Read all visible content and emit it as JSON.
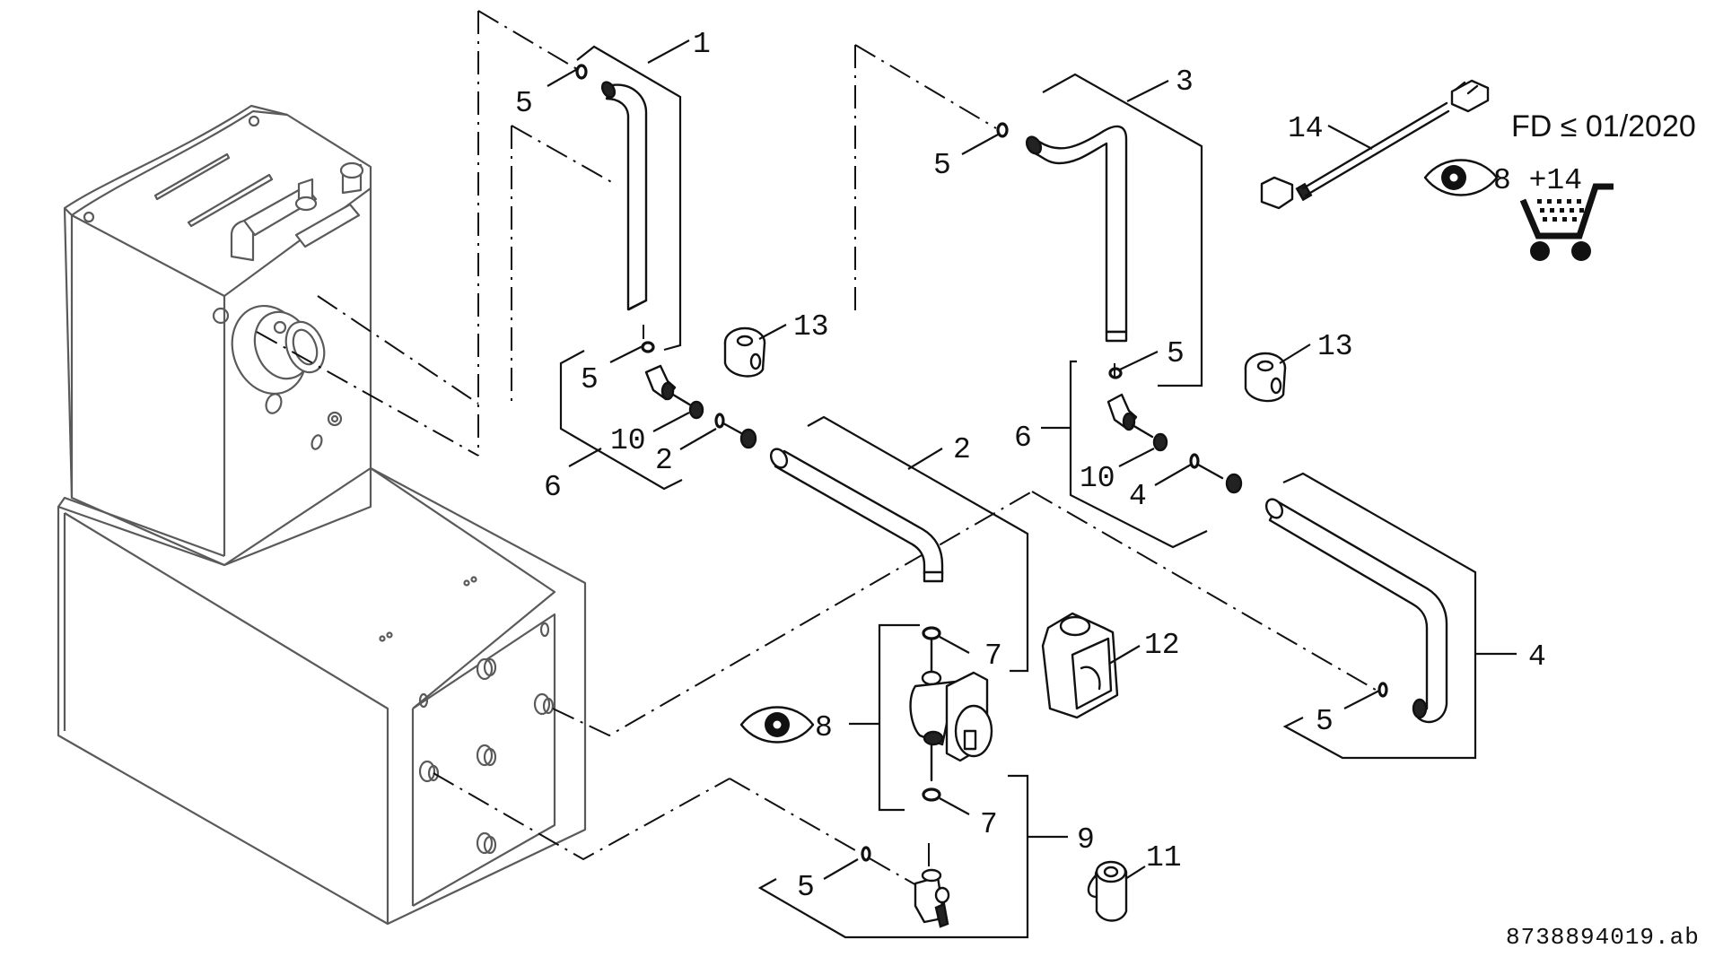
{
  "diagram": {
    "type": "exploded-parts-diagram",
    "document_id": "8738894019.ab",
    "validity_note": "FD ≤ 01/2020",
    "visibility_note": {
      "icon": "eye-icon",
      "parts": "8 +14"
    },
    "cart_icon": "shopping-cart-icon",
    "part_callouts": [
      {
        "number": "1",
        "part": "pipe-1"
      },
      {
        "number": "2",
        "part": "pipe-2"
      },
      {
        "number": "3",
        "part": "pipe-3"
      },
      {
        "number": "4",
        "part": "pipe-4"
      },
      {
        "number": "5",
        "part": "seal-ring"
      },
      {
        "number": "6",
        "part": "elbow-connector-set"
      },
      {
        "number": "7",
        "part": "pump-seal"
      },
      {
        "number": "8",
        "part": "circulation-pump"
      },
      {
        "number": "9",
        "part": "drain-valve-set"
      },
      {
        "number": "10",
        "part": "union-nut"
      },
      {
        "number": "11",
        "part": "fitting-11"
      },
      {
        "number": "12",
        "part": "valve-body-12"
      },
      {
        "number": "13",
        "part": "fitting-13"
      },
      {
        "number": "14",
        "part": "cable-harness"
      }
    ],
    "labels": {
      "l1": "1",
      "l2a": "2",
      "l2b": "2",
      "l3": "3",
      "l4a": "4",
      "l4b": "4",
      "l5a": "5",
      "l5b": "5",
      "l5c": "5",
      "l5d": "5",
      "l5e": "5",
      "l5f": "5",
      "l6a": "6",
      "l6b": "6",
      "l7a": "7",
      "l7b": "7",
      "l8": "8",
      "l9": "9",
      "l10a": "10",
      "l10b": "10",
      "l11": "11",
      "l12": "12",
      "l13a": "13",
      "l13b": "13",
      "l14": "14"
    }
  }
}
